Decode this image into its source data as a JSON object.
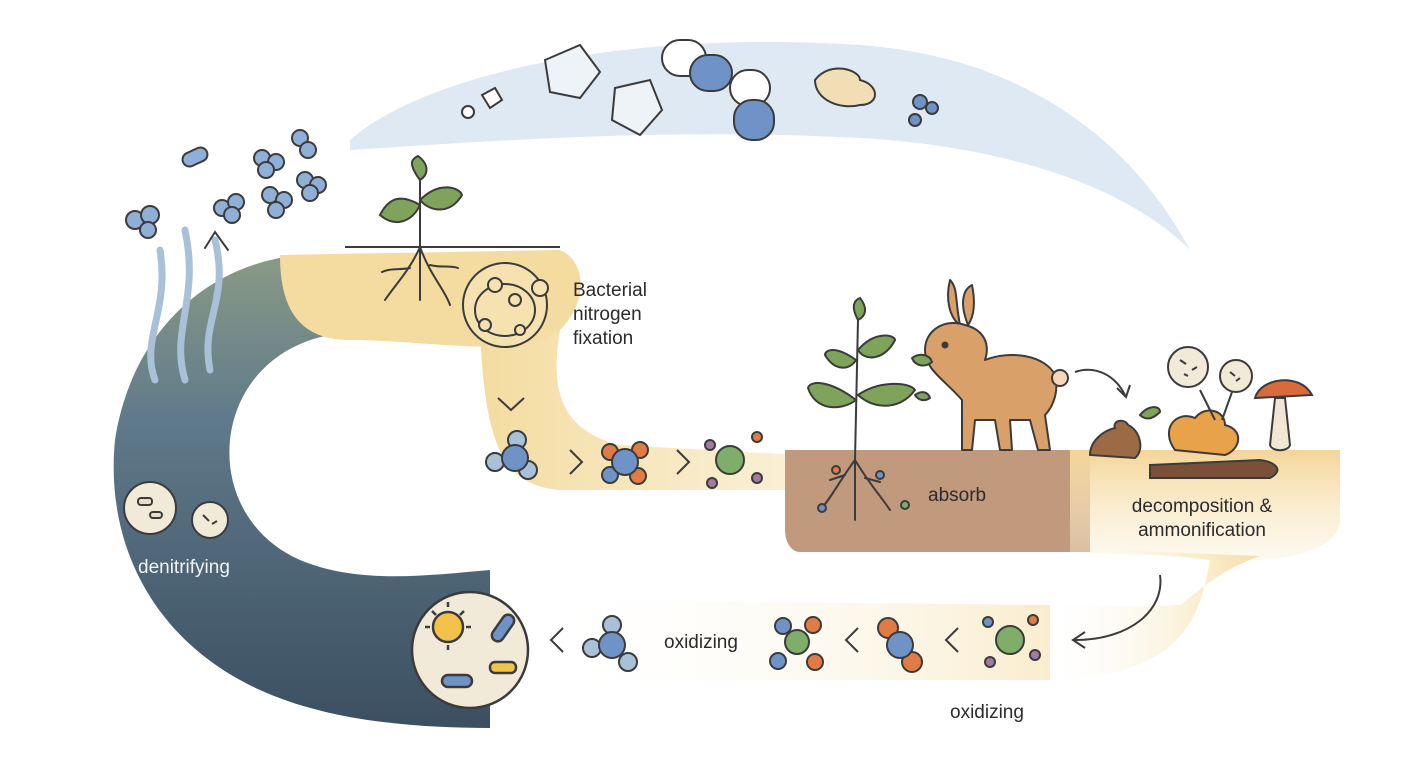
{
  "labels": {
    "fixation": "Bacterial\nnitrogen\nfixation",
    "absorb": "absorb",
    "decomposition": "decomposition &\nammonification",
    "denitrifying": "denitrifying",
    "oxidizing_middle": "oxidizing",
    "oxidizing_bottom": "oxidizing"
  },
  "colors": {
    "atmosphere": "#dfe9f3",
    "soil_yellow": "#f4dc9c",
    "soil_brown": "#c19a7d",
    "water_dark": "#3f5466",
    "water_mid": "#5c7a8c",
    "molecule_blue": "#6f93c7",
    "molecule_orange": "#e07b45",
    "molecule_green": "#7fae6a",
    "plant_green": "#6f9a4e",
    "rabbit": "#d9a06a"
  }
}
